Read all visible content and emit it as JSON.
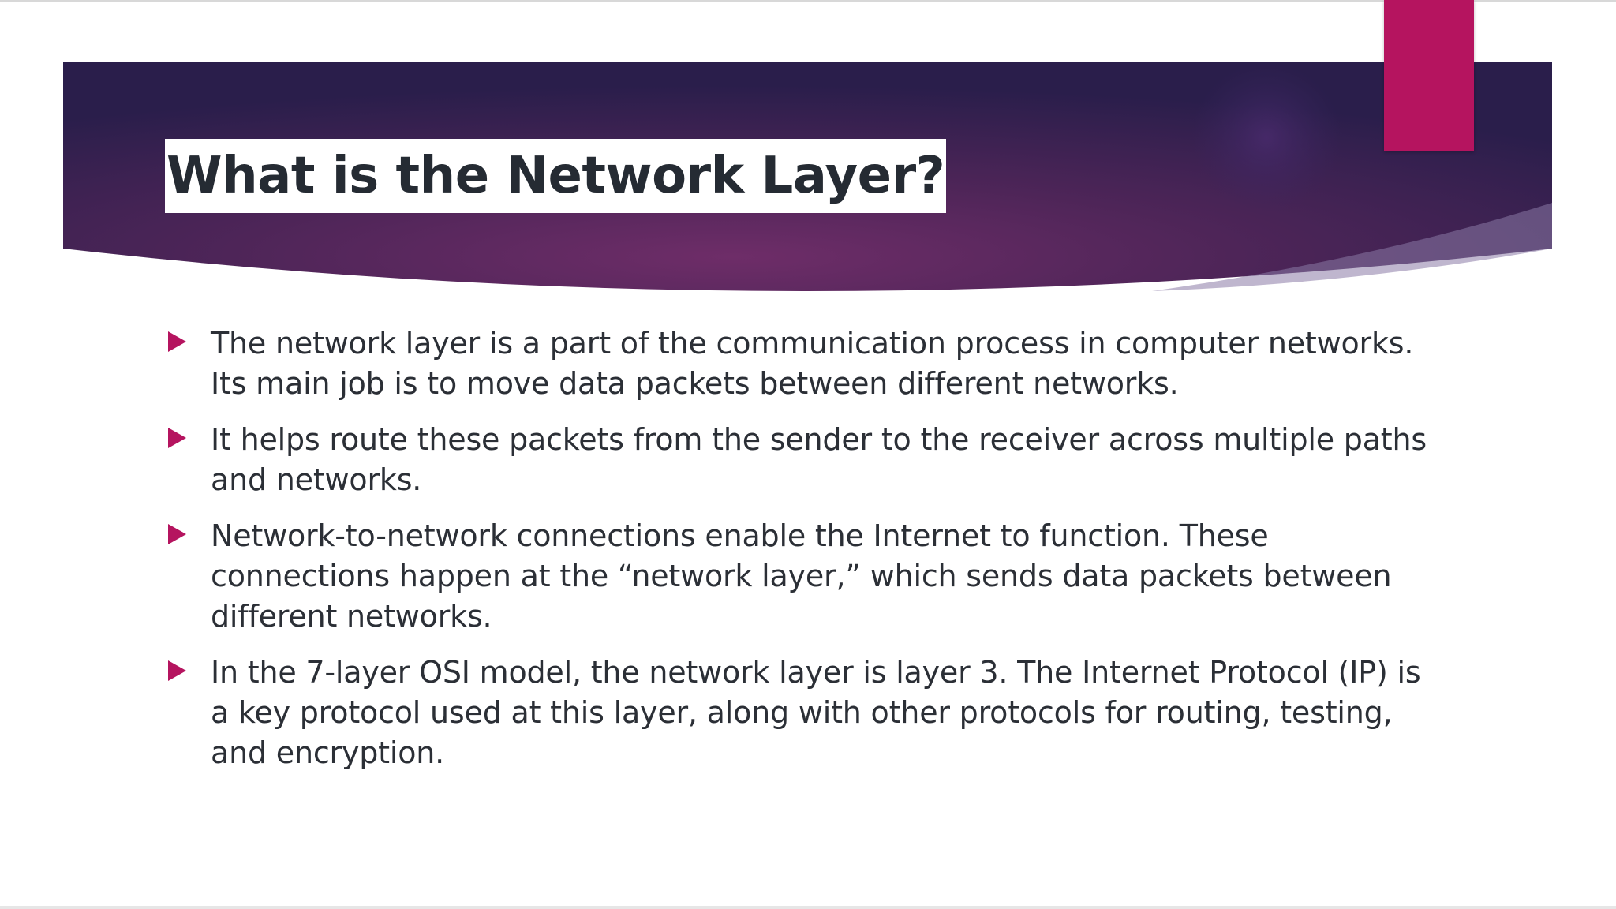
{
  "slide": {
    "title": "What is the Network Layer?",
    "bullets": [
      {
        "text": "The network layer is a part of the communication process in computer networks. Its main job is to move data packets between different networks."
      },
      {
        "text": "It helps route these packets from the sender to the receiver across multiple paths and networks."
      },
      {
        "text": " Network-to-network connections enable the Internet to function. These connections happen at the “network layer,” which sends data packets between different networks."
      },
      {
        "text": " In the 7-layer OSI model, the network layer is layer 3. The Internet Protocol (IP) is a key protocol used at this layer, along with other protocols for routing, testing, and encryption."
      }
    ]
  },
  "colors": {
    "banner_dark": "#2b1f4e",
    "banner_mid": "#6a2c67",
    "accent": "#b5145f",
    "title_text": "#252b33",
    "body_text": "#2b2f36"
  },
  "icons": {
    "bullet": "triangle-right-icon"
  }
}
